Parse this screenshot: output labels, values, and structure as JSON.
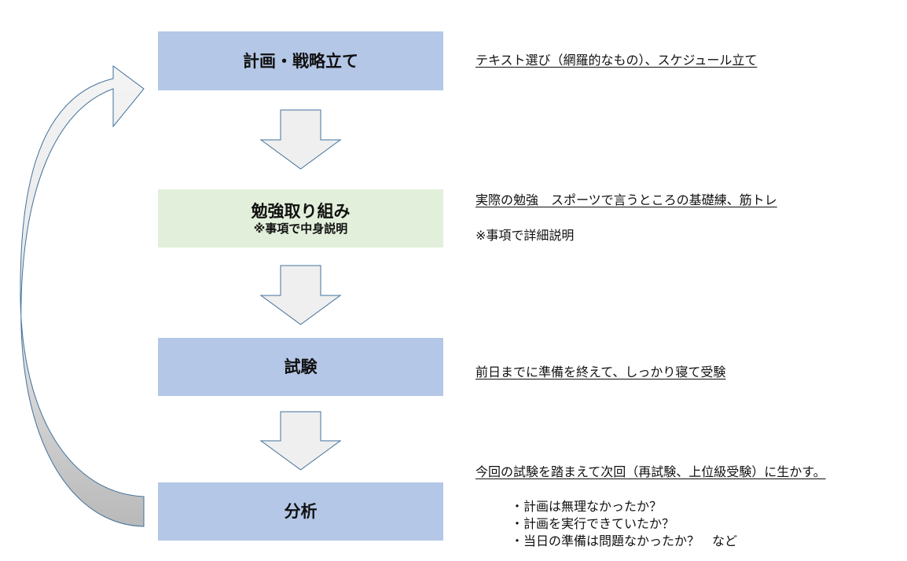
{
  "steps": [
    {
      "title": "計画・戦略立て"
    },
    {
      "title": "勉強取り組み",
      "subtitle": "※事項で中身説明"
    },
    {
      "title": "試験"
    },
    {
      "title": "分析"
    }
  ],
  "notes": {
    "plan": "テキスト選び（網羅的なもの）、スケジュール立て",
    "study": "実際の勉強　スポーツで言うところの基礎練、筋トレ",
    "study_sub": "※事項で詳細説明",
    "exam": "前日までに準備を終えて、しっかり寝て受験",
    "analysis": "今回の試験を踏まえて次回（再試験、上位級受験）に生かす。",
    "analysis_points": [
      "・計画は無理なかったか？",
      "・計画を実行できていたか？",
      "・当日の準備は問題なかったか？　など"
    ]
  },
  "colors": {
    "step_blue": "#b4c7e7",
    "step_green": "#e2efda",
    "arrow_fill": "#efefef",
    "arrow_stroke": "#41719c",
    "loop_shadow": "#bfbfbf"
  }
}
